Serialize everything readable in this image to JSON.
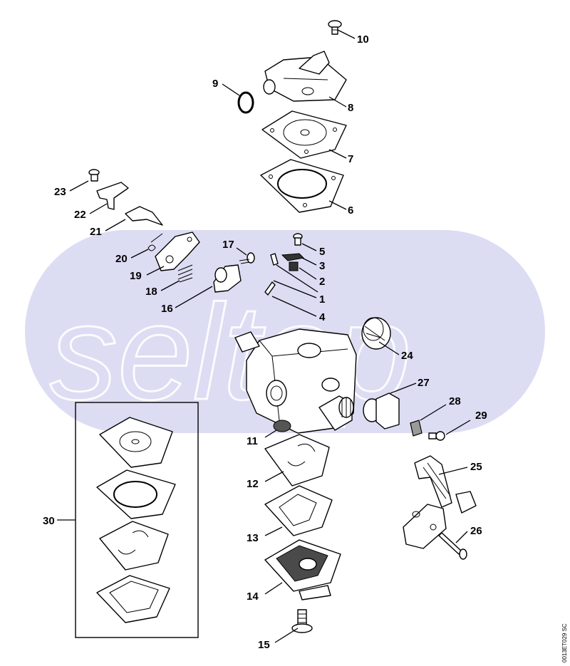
{
  "watermark": {
    "text": "seltop"
  },
  "drawing_code": "0013ET029 SC",
  "callouts": [
    {
      "id": "c10",
      "label": "10"
    },
    {
      "id": "c9",
      "label": "9"
    },
    {
      "id": "c8",
      "label": "8"
    },
    {
      "id": "c7",
      "label": "7"
    },
    {
      "id": "c6",
      "label": "6"
    },
    {
      "id": "c23",
      "label": "23"
    },
    {
      "id": "c22",
      "label": "22"
    },
    {
      "id": "c21",
      "label": "21"
    },
    {
      "id": "c20",
      "label": "20"
    },
    {
      "id": "c19",
      "label": "19"
    },
    {
      "id": "c18",
      "label": "18"
    },
    {
      "id": "c17",
      "label": "17"
    },
    {
      "id": "c16",
      "label": "16"
    },
    {
      "id": "c5",
      "label": "5"
    },
    {
      "id": "c3",
      "label": "3"
    },
    {
      "id": "c2",
      "label": "2"
    },
    {
      "id": "c1",
      "label": "1"
    },
    {
      "id": "c4",
      "label": "4"
    },
    {
      "id": "c24",
      "label": "24"
    },
    {
      "id": "c27",
      "label": "27"
    },
    {
      "id": "c28",
      "label": "28"
    },
    {
      "id": "c29",
      "label": "29"
    },
    {
      "id": "c11",
      "label": "11"
    },
    {
      "id": "c25",
      "label": "25"
    },
    {
      "id": "c12",
      "label": "12"
    },
    {
      "id": "c30",
      "label": "30"
    },
    {
      "id": "c13",
      "label": "13"
    },
    {
      "id": "c26",
      "label": "26"
    },
    {
      "id": "c14",
      "label": "14"
    },
    {
      "id": "c15",
      "label": "15"
    }
  ]
}
